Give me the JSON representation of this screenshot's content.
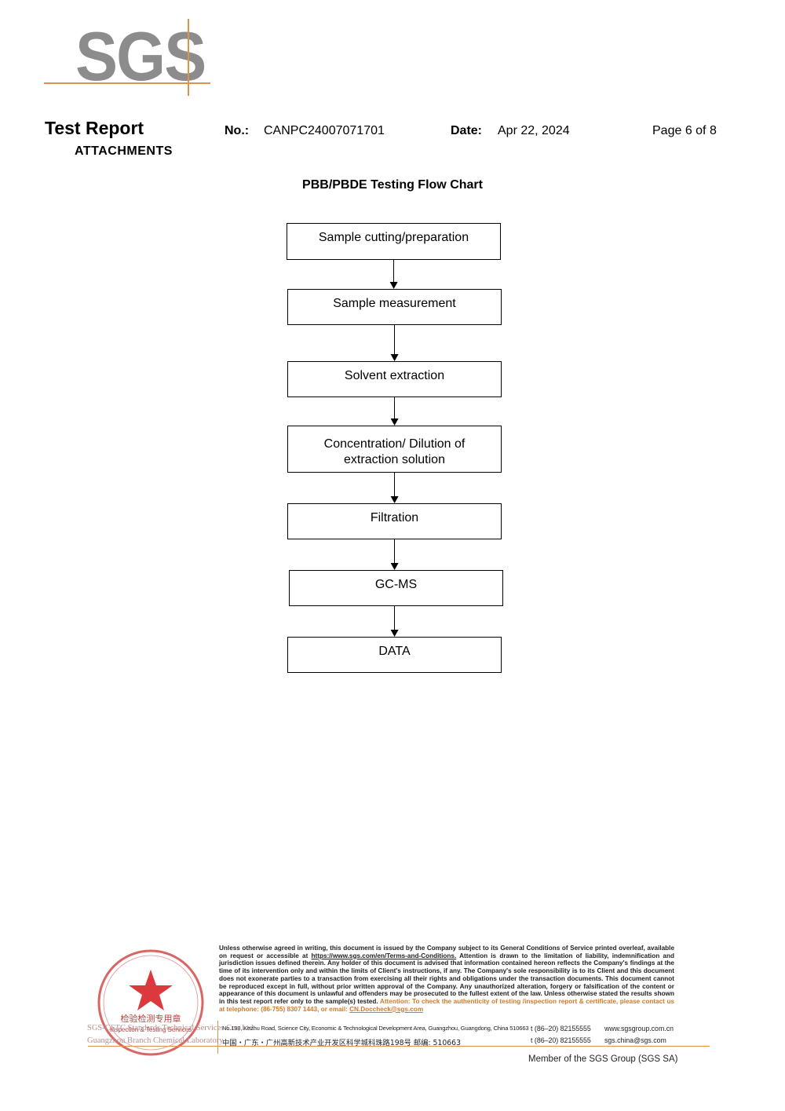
{
  "logo": {
    "text": "SGS"
  },
  "header": {
    "title": "Test Report",
    "subtitle": "ATTACHMENTS",
    "no_label": "No.:",
    "no_value": "CANPC24007071701",
    "date_label": "Date:",
    "date_value": "Apr 22, 2024",
    "page": "Page 6 of 8"
  },
  "flow": {
    "title": "PBB/PBDE Testing Flow Chart",
    "steps": [
      {
        "line1": "Sample cutting/preparation",
        "line2": ""
      },
      {
        "line1": "Sample measurement",
        "line2": ""
      },
      {
        "line1": "Solvent extraction",
        "line2": ""
      },
      {
        "line1": "Concentration/ Dilution of",
        "line2": "extraction solution"
      },
      {
        "line1": "Filtration",
        "line2": ""
      },
      {
        "line1": "GC-MS",
        "line2": ""
      },
      {
        "line1": "DATA",
        "line2": ""
      }
    ]
  },
  "stamp": {
    "center_cn": "检验检测专用章",
    "center_en": "Inspection & Testing Services",
    "side_line1": "SGS-CSTC Standards Technical Services Co., Ltd.",
    "side_line2": "Guangzhou Branch Chemical Laboratory"
  },
  "footer": {
    "disclaimer_pre": "Unless otherwise agreed in writing, this document is issued by the Company subject to its General Conditions of Service printed overleaf, available on request or accessible at ",
    "disclaimer_link": "https://www.sgs.com/en/Terms-and-Conditions.",
    "disclaimer_post": " Attention is drawn to the limitation of liability, indemnification and jurisdiction issues defined therein. Any holder of this document is advised that information contained hereon reflects the Company's findings at the time of its intervention only and within the limits of Client's instructions, if any. The Company's sole responsibility is to its Client and this document does not exonerate parties to a transaction from exercising all their rights and obligations under the transaction documents. This document cannot be reproduced except in full, without prior written approval of the Company. Any unauthorized alteration, forgery or falsification of the content or appearance of this document is unlawful and offenders may be prosecuted to the fullest extent of the law. Unless otherwise stated the results shown in this test report refer only to the sample(s) tested.",
    "attention": "Attention: To check the authenticity of testing /inspection report & certificate, please contact us at telephone: (86-755) 8307 1443, or email: ",
    "attention_email": "CN.Doccheck@sgs.com",
    "address_en": "No.198, Kezhu Road, Science City, Economic & Technological Development Area, Guangzhou, Guangdong, China  510663",
    "address_cn": "中国・广东・广州高新技术产业开发区科学城科珠路198号    邮编: 510663",
    "tel1": "t (86–20) 82155555",
    "tel2": "t (86–20) 82155555",
    "web": "www.sgsgroup.com.cn",
    "email": "sgs.china@sgs.com",
    "member": "Member of the SGS Group (SGS SA)"
  }
}
